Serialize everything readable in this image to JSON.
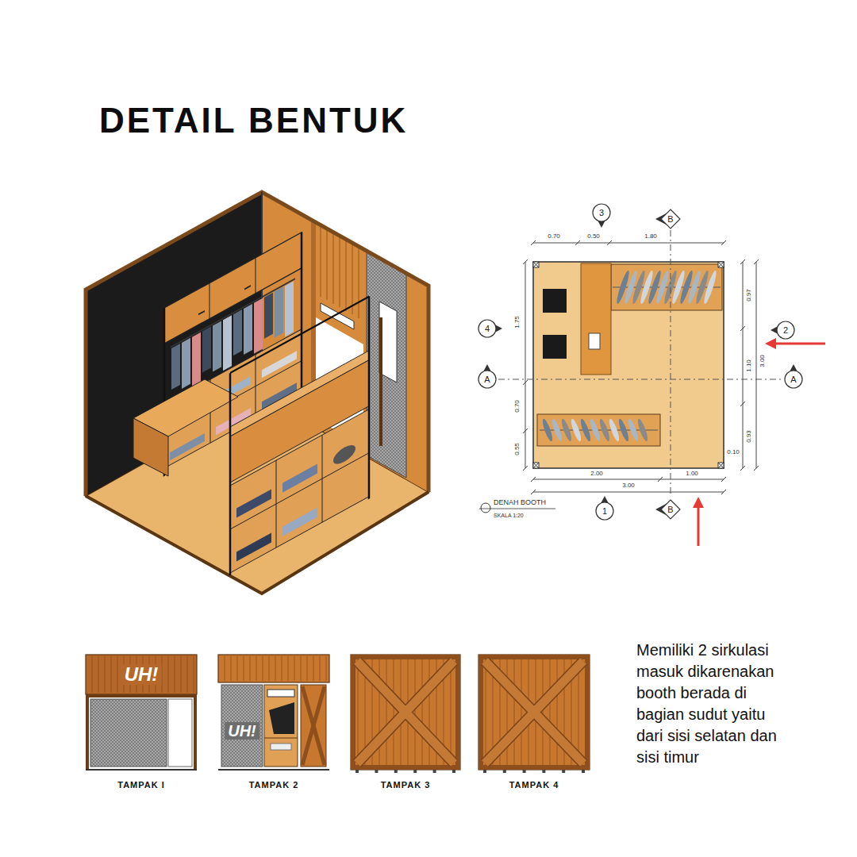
{
  "diagram": {
    "title": "DETAIL BENTUK",
    "caption": "Memiliki 2 sirkulasi masuk dikarenakan booth berada di bagian sudut yaitu dari sisi selatan dan sisi timur",
    "nodes": [
      {
        "text": [
          "3"
        ]
      },
      {
        "text": [
          "B"
        ]
      },
      {
        "text": [
          "4"
        ]
      },
      {
        "text": [
          "A"
        ]
      },
      {
        "text": [
          "2"
        ]
      },
      {
        "text": [
          "A"
        ]
      },
      {
        "text": [
          "1"
        ]
      },
      {
        "text": [
          "B"
        ]
      },
      {
        "text": [
          "UH!",
          "TAMPAK I"
        ]
      },
      {
        "text": [
          "UH!",
          "TAMPAK 2"
        ]
      },
      {
        "text": [
          "TAMPAK 3"
        ]
      },
      {
        "text": [
          "TAMPAK 4"
        ]
      }
    ],
    "labels": [
      "0.70",
      "0.50",
      "1.80",
      "0.97",
      "1.10",
      "0.93",
      "3.00",
      "1.75",
      "0.70",
      "0.55",
      "2.00",
      "1.00",
      "3.00",
      "0.10",
      "DENAH BOOTH",
      "SKALA 1:20"
    ]
  }
}
